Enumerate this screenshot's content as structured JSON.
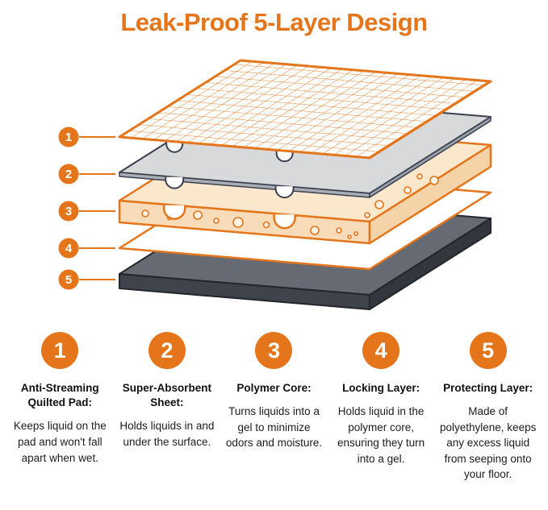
{
  "title": "Leak-Proof 5-Layer Design",
  "colors": {
    "accent": "#E4751A",
    "core_top": "#FBE7CC",
    "core_front": "#F8DCBA",
    "core_side": "#F5D3A8",
    "sheet_top": "#D7D9DB",
    "sheet_edge": "#A9ADB4",
    "sheet_side": "#9AA0A8",
    "base_top": "#666B73",
    "base_front": "#3F444C",
    "base_side": "#32363D",
    "outline": "#3A4050"
  },
  "diagram": {
    "description_icons": [
      "orange-quilted-mesh-sheet-icon",
      "gray-absorbent-sheet-icon",
      "bubbled-polymer-core-slab-icon",
      "white-locking-film-icon",
      "dark-base-slab-icon"
    ]
  },
  "layers": [
    {
      "num": "1",
      "heading": "Anti-Streaming Quilted Pad:",
      "description": "Keeps liquid on the pad and won't fall apart when wet."
    },
    {
      "num": "2",
      "heading": "Super-Absorbent Sheet:",
      "description": "Holds liquids in and under the surface."
    },
    {
      "num": "3",
      "heading": "Polymer Core:",
      "description": "Turns liquids into a gel to minimize odors and moisture."
    },
    {
      "num": "4",
      "heading": "Locking Layer:",
      "description": "Holds liquid in the polymer core, ensuring they turn into a gel."
    },
    {
      "num": "5",
      "heading": "Protecting Layer:",
      "description": "Made of polyethylene, keeps any excess liquid from seeping onto your floor."
    }
  ]
}
